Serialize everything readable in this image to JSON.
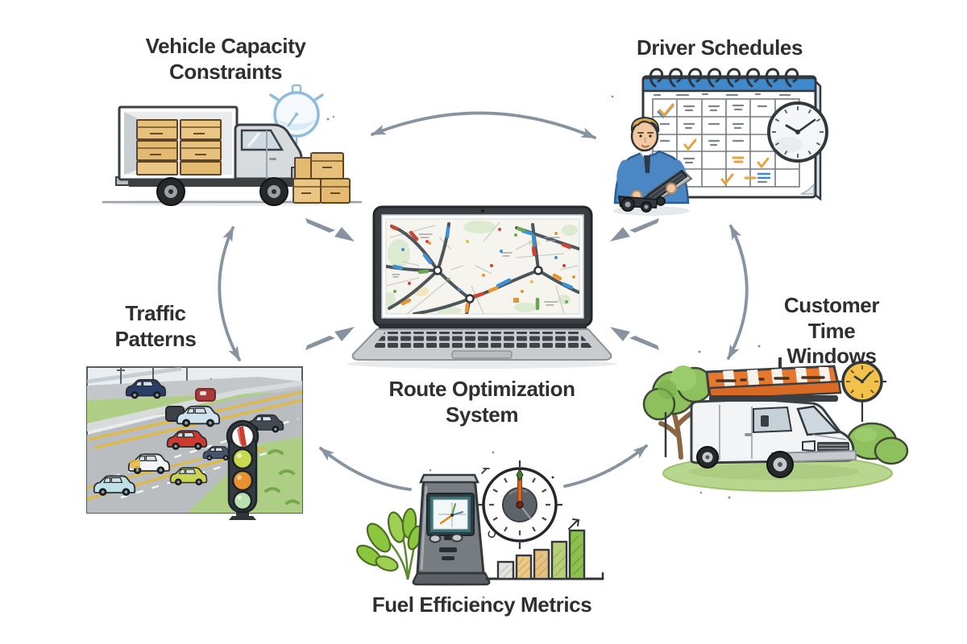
{
  "diagram": {
    "title_center": "Route Optimization System",
    "center": {
      "label": "Route Optimization\nSystem",
      "illustration": "laptop-with-route-map"
    },
    "nodes": [
      {
        "id": "vehicle-capacity-constraints",
        "label": "Vehicle Capacity\nConstraints",
        "illustration": "box-truck-with-cargo-boxes-and-scale"
      },
      {
        "id": "driver-schedules",
        "label": "Driver Schedules",
        "illustration": "driver-with-schedule-calendar-and-wall-clock"
      },
      {
        "id": "traffic-patterns",
        "label": "Traffic\nPatterns",
        "illustration": "congested-intersection-with-traffic-light"
      },
      {
        "id": "customer-time-windows",
        "label": "Customer\nTime Windows",
        "illustration": "delivery-van-at-storefront-with-clock"
      },
      {
        "id": "fuel-efficiency-metrics",
        "label": "Fuel Efficiency Metrics",
        "illustration": "fuel-meter-gauge-and-rising-bar-chart"
      }
    ],
    "connections": [
      {
        "from": "vehicle-capacity-constraints",
        "to": "driver-schedules",
        "style": "curved-double-arrow"
      },
      {
        "from": "vehicle-capacity-constraints",
        "to": "traffic-patterns",
        "style": "curved-double-arrow"
      },
      {
        "from": "driver-schedules",
        "to": "customer-time-windows",
        "style": "curved-double-arrow"
      },
      {
        "from": "fuel-efficiency-metrics",
        "to": "traffic-patterns",
        "style": "curved-arrow"
      },
      {
        "from": "fuel-efficiency-metrics",
        "to": "customer-time-windows",
        "style": "curved-arrow"
      },
      {
        "from": "vehicle-capacity-constraints",
        "to": "route-optimization-system",
        "style": "zigzag-arrow"
      },
      {
        "from": "driver-schedules",
        "to": "route-optimization-system",
        "style": "zigzag-arrow"
      },
      {
        "from": "traffic-patterns",
        "to": "route-optimization-system",
        "style": "zigzag-arrow"
      },
      {
        "from": "customer-time-windows",
        "to": "route-optimization-system",
        "style": "zigzag-arrow"
      }
    ],
    "colors": {
      "background": "#ffffff",
      "label_text": "#2d2f31",
      "arrow": "#8793a1",
      "calendar_blue": "#4088cc",
      "check_orange": "#e8a23c",
      "awning_orange": "#e8772e",
      "clock_yellow": "#f0c14b",
      "traffic_light_orange": "#e8912f",
      "leaf_green": "#8cc63e",
      "bar_green": "#8cbf4e",
      "cargo_box_tan": "#e7c17c"
    }
  }
}
